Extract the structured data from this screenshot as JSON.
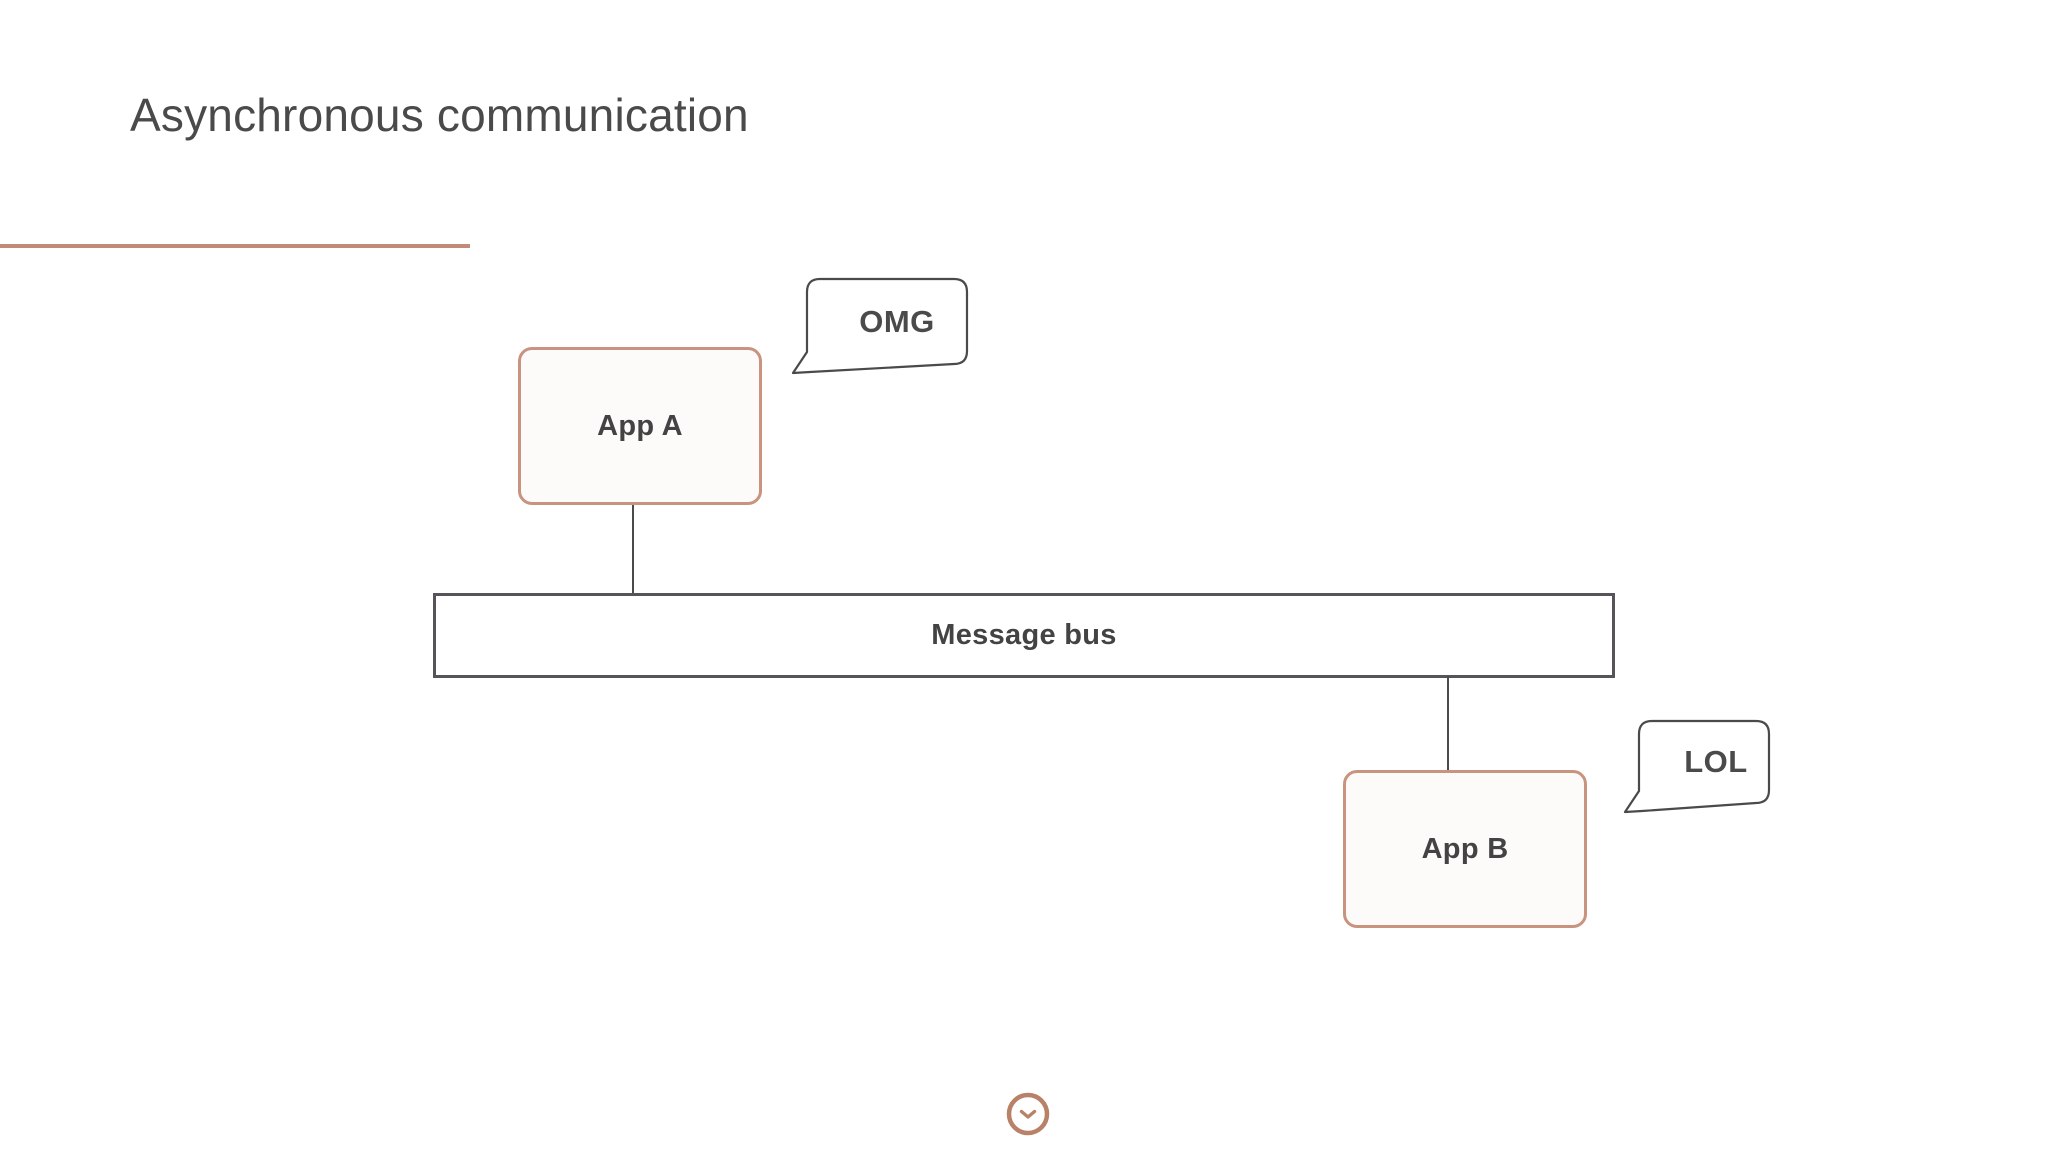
{
  "slide": {
    "title": "Asynchronous communication",
    "background_color": "#ffffff",
    "accent_color": "#c08c78",
    "rule_color": "#c08c78"
  },
  "diagram": {
    "type": "block-diagram",
    "nodes": [
      {
        "id": "app-a",
        "label": "App A",
        "shape": "rounded-rectangle",
        "border_color": "#c89480",
        "fill_color": "#fdfbfa",
        "text_color": "#434343"
      },
      {
        "id": "message-bus",
        "label": "Message bus",
        "shape": "rectangle",
        "border_color": "#575459",
        "fill_color": "#ffffff",
        "text_color": "#434343"
      },
      {
        "id": "app-b",
        "label": "App B",
        "shape": "rounded-rectangle",
        "border_color": "#c89480",
        "fill_color": "#fdfbfa",
        "text_color": "#434343"
      }
    ],
    "connectors": [
      {
        "id": "connector-a-bus",
        "from": "app-a",
        "to": "message-bus",
        "style": "solid",
        "color": "#4b4b4b"
      },
      {
        "id": "connector-bus-b",
        "from": "message-bus",
        "to": "app-b",
        "style": "solid",
        "color": "#4b4b4b"
      }
    ],
    "speech_bubbles": [
      {
        "id": "bubble-omg",
        "text": "OMG",
        "attached_to": "app-a",
        "border_color": "#4a4a4a",
        "text_color": "#4a4a4a"
      },
      {
        "id": "bubble-lol",
        "text": "LOL",
        "attached_to": "app-b",
        "border_color": "#4a4a4a",
        "text_color": "#4a4a4a"
      }
    ]
  },
  "footer": {
    "logo_name": "tulip-circle-logo",
    "logo_color": "#b98268"
  }
}
